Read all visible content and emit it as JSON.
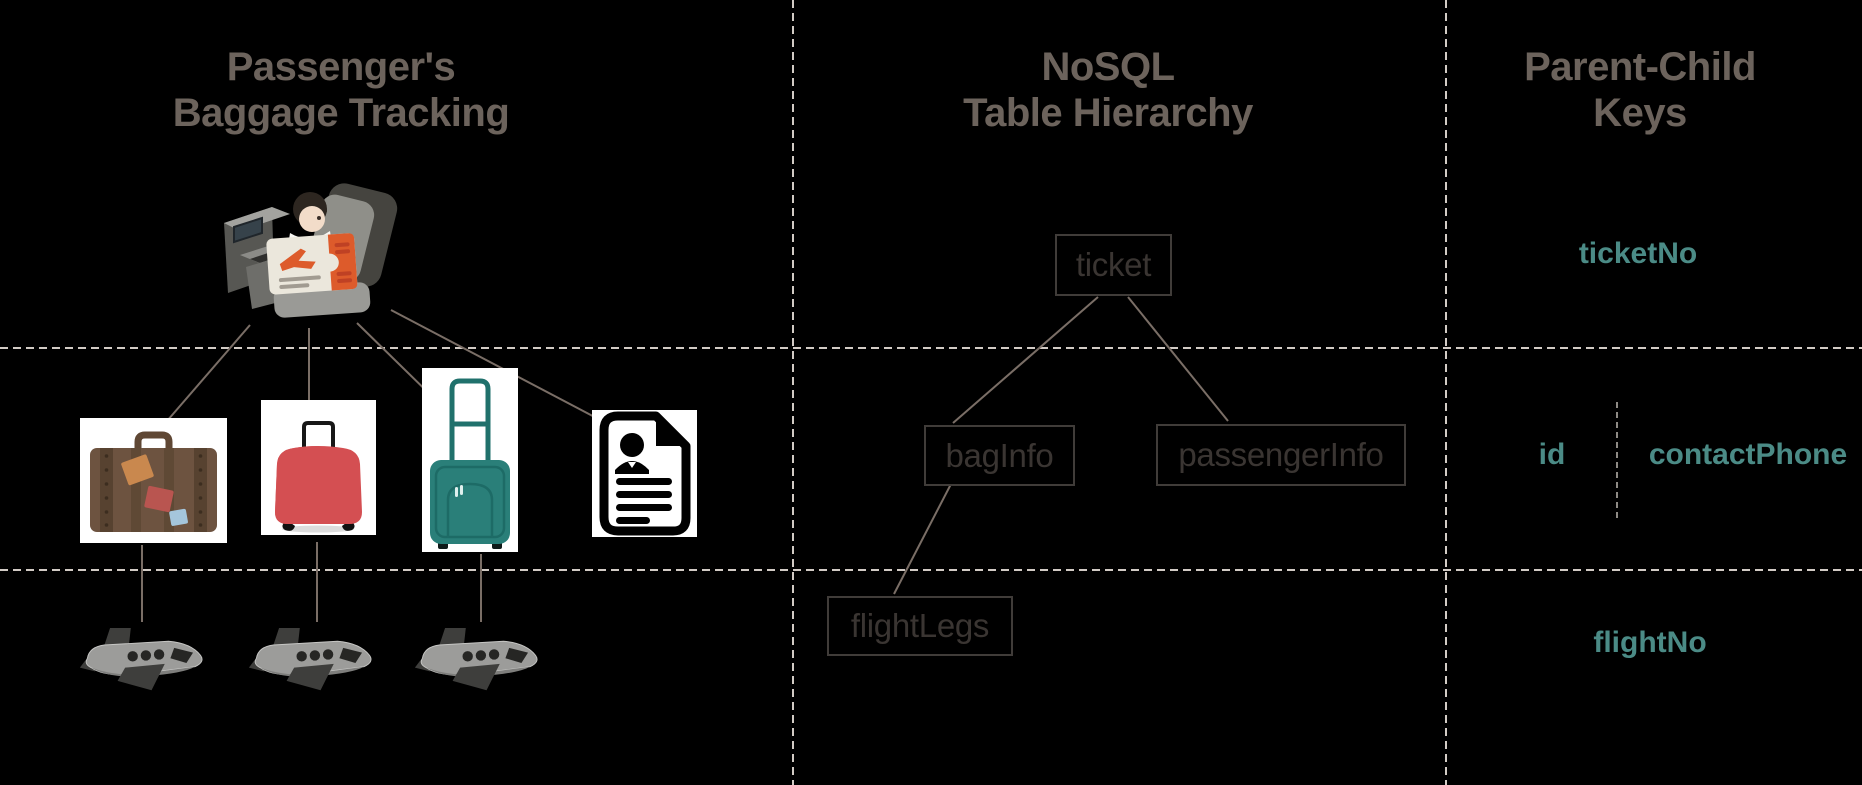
{
  "titles": {
    "left": {
      "line1": "Passenger's",
      "line2": "Baggage Tracking"
    },
    "middle": {
      "line1": "NoSQL",
      "line2": "Table Hierarchy"
    },
    "right": {
      "line1": "Parent-Child",
      "line2": "Keys"
    }
  },
  "hierarchy_nodes": {
    "ticket": {
      "label": "ticket"
    },
    "bag_info": {
      "label": "bagInfo"
    },
    "passenger_info": {
      "label": "passengerInfo"
    },
    "flight_legs": {
      "label": "flightLegs"
    }
  },
  "parent_child_keys": {
    "ticket_row": {
      "label": "ticketNo"
    },
    "bag_row": {
      "label": "id"
    },
    "passenger_row": {
      "label": "contactPhone"
    },
    "flight_row": {
      "label": "flightNo"
    }
  },
  "icons": {
    "checkin": "checkin-kiosk-with-boarding-pass",
    "bag1": "vintage-suitcase",
    "bag2": "red-rolling-suitcase",
    "bag3": "teal-rolling-suitcase",
    "document": "passenger-document",
    "flight1": "airplane",
    "flight2": "airplane",
    "flight3": "airplane"
  },
  "colors": {
    "background": "#000000",
    "heading_text": "#6c635c",
    "key_text": "#4b8b86",
    "node_border": "#403c39",
    "node_text": "#3a3532",
    "connector_line": "#7a6e66",
    "dashed_line": "#d2cbc5",
    "boarding_pass_orange": "#dd5b2b",
    "suitcase_brown": "#6d5340",
    "suitcase_red": "#d44f52",
    "suitcase_teal": "#2a7f79",
    "airplane_gray": "#9c9c9a"
  }
}
